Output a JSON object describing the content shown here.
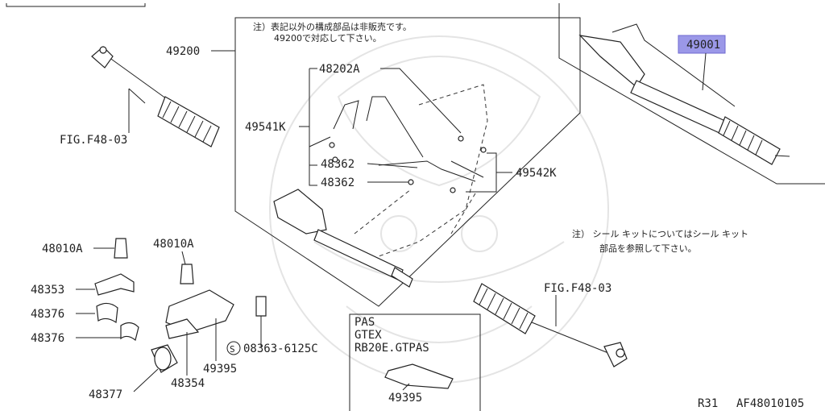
{
  "labels": {
    "p49200": "49200",
    "p48202a": "48202A",
    "p49541k": "49541K",
    "p48362_a": "48362",
    "p48362_b": "48362",
    "p49542k": "49542K",
    "p49001": "49001",
    "fig_left": "FIG.F48-03",
    "fig_right": "FIG.F48-03",
    "p48010a_left": "48010A",
    "p48010a_mid": "48010A",
    "p48353": "48353",
    "p48376_a": "48376",
    "p48376_b": "48376",
    "p48377": "48377",
    "p48354": "48354",
    "p49395": "49395",
    "p08363": "08363-6125C",
    "p08363_prefix": "S",
    "p49395_box": "49395"
  },
  "notes": {
    "top_line1": "注）表記以外の構成部品は非販売です。",
    "top_line2": "49200で対応して下さい。",
    "seal_line1": "注）  シール  キットについてはシール  キット",
    "seal_line2": "部品を参照して下さい。"
  },
  "variant_box": {
    "line1": "PAS",
    "line2": "GTEX",
    "line3": "RB20E.GTPAS"
  },
  "footer": {
    "model": "R31",
    "code": "AF48010105"
  },
  "colors": {
    "highlight": "#9b98e8",
    "line": "#222222"
  }
}
